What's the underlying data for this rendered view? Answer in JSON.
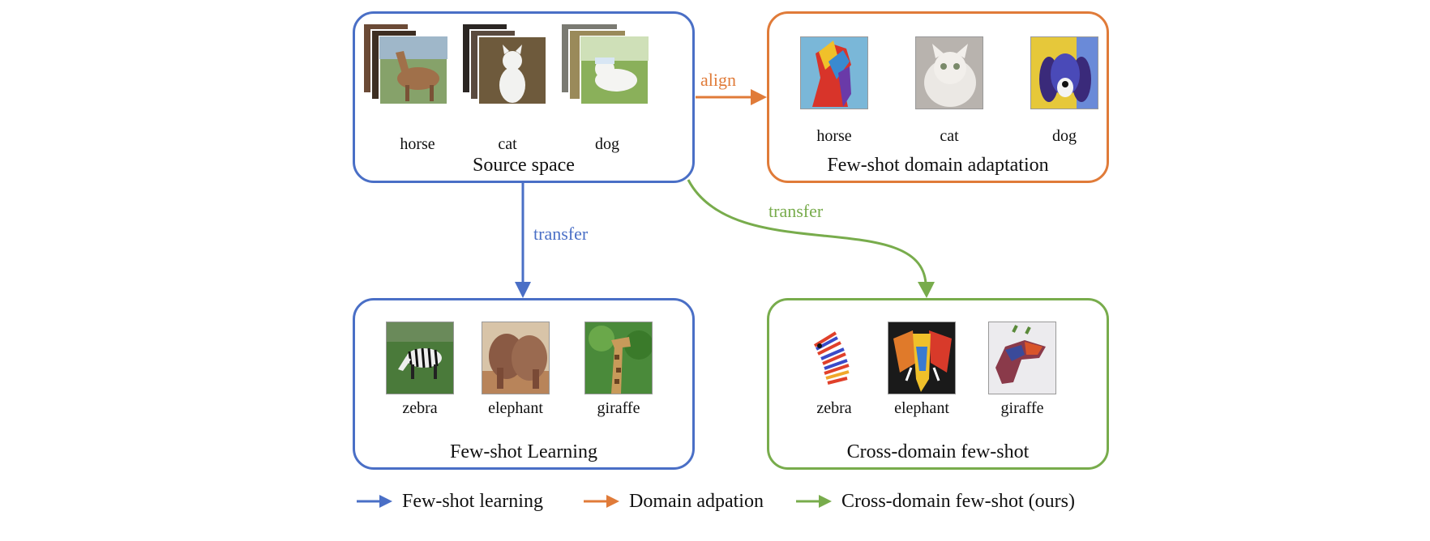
{
  "colors": {
    "blue": "#4a6fc6",
    "orange": "#e07b39",
    "green": "#78ac4c"
  },
  "boxes": {
    "source": {
      "title": "Source space",
      "items": [
        {
          "label": "horse",
          "icon": "horse-image"
        },
        {
          "label": "cat",
          "icon": "cat-image"
        },
        {
          "label": "dog",
          "icon": "dog-image"
        }
      ]
    },
    "domain_adaptation": {
      "title": "Few-shot domain adaptation",
      "items": [
        {
          "label": "horse",
          "icon": "painted-horse-image"
        },
        {
          "label": "cat",
          "icon": "painted-cat-image"
        },
        {
          "label": "dog",
          "icon": "painted-dog-image"
        }
      ]
    },
    "few_shot": {
      "title": "Few-shot Learning",
      "items": [
        {
          "label": "zebra",
          "icon": "zebra-image"
        },
        {
          "label": "elephant",
          "icon": "elephant-image"
        },
        {
          "label": "giraffe",
          "icon": "giraffe-image"
        }
      ]
    },
    "cross_domain": {
      "title": "Cross-domain few-shot",
      "items": [
        {
          "label": "zebra",
          "icon": "painted-zebra-image"
        },
        {
          "label": "elephant",
          "icon": "painted-elephant-image"
        },
        {
          "label": "giraffe",
          "icon": "painted-giraffe-image"
        }
      ]
    }
  },
  "edges": {
    "align": "align",
    "transfer_blue": "transfer",
    "transfer_green": "transfer"
  },
  "legend": [
    {
      "label": "Few-shot learning",
      "color": "#4a6fc6"
    },
    {
      "label": "Domain adpation",
      "color": "#e07b39"
    },
    {
      "label": "Cross-domain few-shot (ours)",
      "color": "#78ac4c"
    }
  ]
}
